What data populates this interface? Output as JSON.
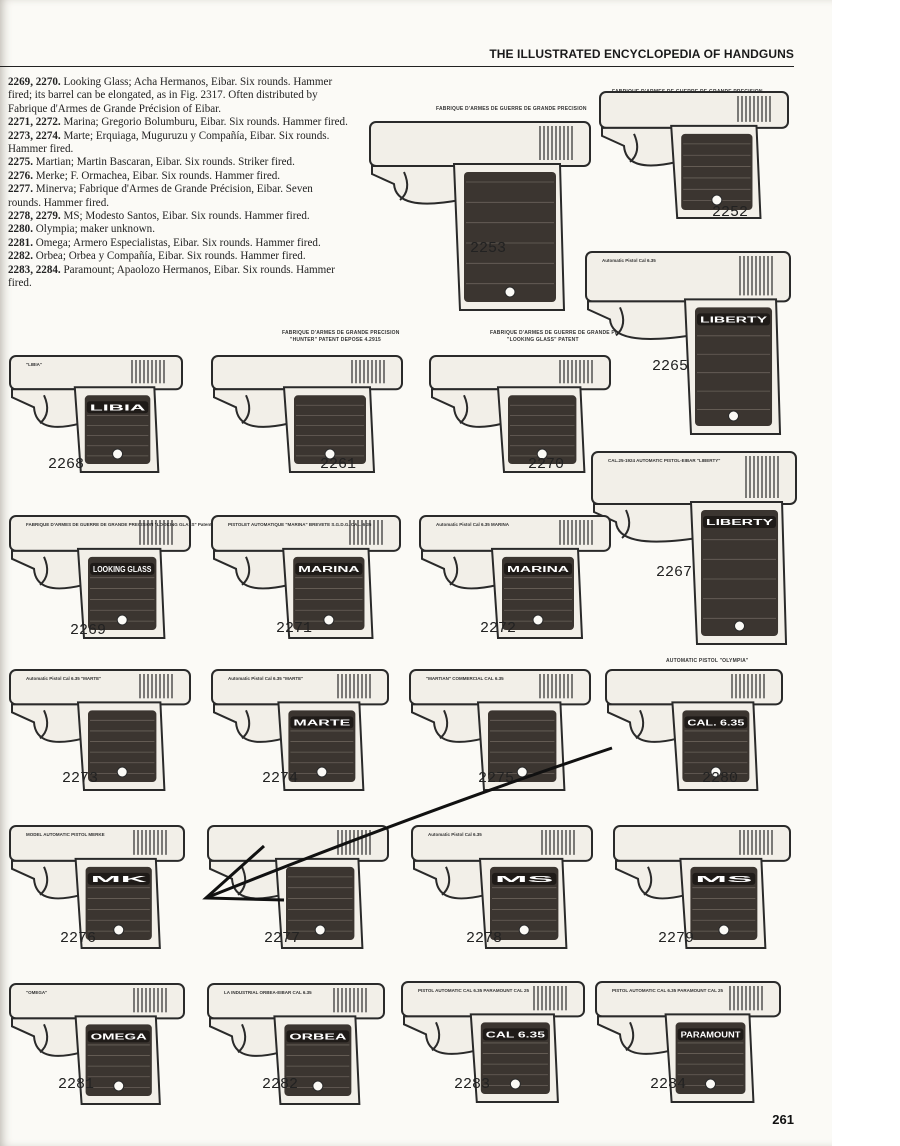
{
  "header": {
    "title": "THE ILLUSTRATED ENCYCLOPEDIA OF HANDGUNS"
  },
  "captions": [
    {
      "nums": "2269, 2270.",
      "text": " Looking Glass; Acha Hermanos, Eibar. Six rounds. Hammer fired; its barrel can be elongated, as in Fig. 2317. Often distributed by Fabrique d'Armes de Grande Précision of Eibar."
    },
    {
      "nums": "2271, 2272.",
      "text": " Marina; Gregorio Bolumburu, Eibar. Six rounds. Hammer fired."
    },
    {
      "nums": "2273, 2274.",
      "text": " Marte; Erquiaga, Muguruzu y Compañía, Eibar. Six rounds. Hammer fired."
    },
    {
      "nums": "2275.",
      "text": " Martian; Martin Bascaran, Eibar. Six rounds. Striker fired."
    },
    {
      "nums": "2276.",
      "text": " Merke; F. Ormachea, Eibar. Six rounds. Hammer fired."
    },
    {
      "nums": "2277.",
      "text": " Minerva; Fabrique d'Armes de Grande Précision, Eibar. Seven rounds. Hammer fired."
    },
    {
      "nums": "2278, 2279.",
      "text": " MS; Modesto Santos, Eibar. Six rounds. Hammer fired."
    },
    {
      "nums": "2280.",
      "text": " Olympia; maker unknown."
    },
    {
      "nums": "2281.",
      "text": " Omega; Armero Especialistas, Eibar. Six rounds. Hammer fired."
    },
    {
      "nums": "2282.",
      "text": " Orbea; Orbea y Compañía, Eibar. Six rounds. Hammer fired."
    },
    {
      "nums": "2283, 2284.",
      "text": " Paramount; Apaolozo Hermanos, Eibar. Six rounds. Hammer fired."
    }
  ],
  "figure_captions": {
    "c2253": "FABRIQUE D'ARMES DE GUERRE DE GRANDE PRECISION",
    "c2252": "FABRIQUE D'ARMES DE GUERRE DE GRANDE PRECISION",
    "c2261a": "FABRIQUE D'ARMES DE GRANDE PRECISION",
    "c2261b": "\"HUNTER\" PATENT DEPOSE 4.2915",
    "c2270a": "FABRIQUE D'ARMES DE GUERRE DE GRANDE PRECISION",
    "c2270b": "\"LOOKING GLASS\" PATENT",
    "c2280": "AUTOMATIC PISTOL \"OLYMPIA\""
  },
  "pistols": [
    {
      "number": "2253",
      "engraving": "",
      "grip": ""
    },
    {
      "number": "2252",
      "engraving": "",
      "grip": ""
    },
    {
      "number": "2265",
      "engraving": "Automatic Pistol Cal 6.35",
      "grip": "LIBERTY"
    },
    {
      "number": "2268",
      "engraving": "\"LIBIA\"",
      "grip": "LIBIA"
    },
    {
      "number": "2261",
      "engraving": "",
      "grip": ""
    },
    {
      "number": "2270",
      "engraving": "",
      "grip": ""
    },
    {
      "number": "2267",
      "engraving": "CAL.25-1924 AUTOMATIC PISTOL-EIBAR \"LIBERTY\"",
      "grip": "LIBERTY"
    },
    {
      "number": "2269",
      "engraving": "FABRIQUE D'ARMES DE GUERRE DE GRANDE PRECISION \"LOOKING GLASS\" Patent",
      "grip": "LOOKING GLASS"
    },
    {
      "number": "2271",
      "engraving": "PISTOLET AUTOMATIQUE \"MARINA\" BREVETE S.G.D.G. CAL. 6.35",
      "grip": "MARINA"
    },
    {
      "number": "2272",
      "engraving": "Automatic Pistol Cal 6.35 MARINA",
      "grip": "MARINA"
    },
    {
      "number": "2273",
      "engraving": "Automatic Pistol Cal 6.35 \"MARTE\"",
      "grip": ""
    },
    {
      "number": "2274",
      "engraving": "Automatic Pistol Cal 6.35 \"MARTE\"",
      "grip": "MARTE"
    },
    {
      "number": "2275",
      "engraving": "\"MARTIAN\" COMMERCIAL CAL 6.35",
      "grip": ""
    },
    {
      "number": "2280",
      "engraving": "",
      "grip": "CAL. 6.35"
    },
    {
      "number": "2276",
      "engraving": "MODEL AUTOMATIC PISTOL MERKE",
      "grip": "MK"
    },
    {
      "number": "2277",
      "engraving": "",
      "grip": ""
    },
    {
      "number": "2278",
      "engraving": "Automatic Pistol Cal 6.35",
      "grip": "MS"
    },
    {
      "number": "2279",
      "engraving": "",
      "grip": "MS"
    },
    {
      "number": "2281",
      "engraving": "\"OMEGA\"",
      "grip": "OMEGA"
    },
    {
      "number": "2282",
      "engraving": "LA INDUSTRIAL ORBEA-EIBAR CAL 6.35",
      "grip": "ORBEA"
    },
    {
      "number": "2283",
      "engraving": "PISTOL AUTOMATIC CAL 6.35 PARAMOUNT CAL 25",
      "grip": "CAL 6.35"
    },
    {
      "number": "2284",
      "engraving": "PISTOL AUTOMATIC CAL 6.35 PARAMOUNT CAL 25",
      "grip": "PARAMOUNT"
    }
  ],
  "page_number": "261",
  "colors": {
    "ink": "#2a2a2a",
    "grip": "#3b3530",
    "paper": "#fbfaf6",
    "arrow": "#111111"
  }
}
